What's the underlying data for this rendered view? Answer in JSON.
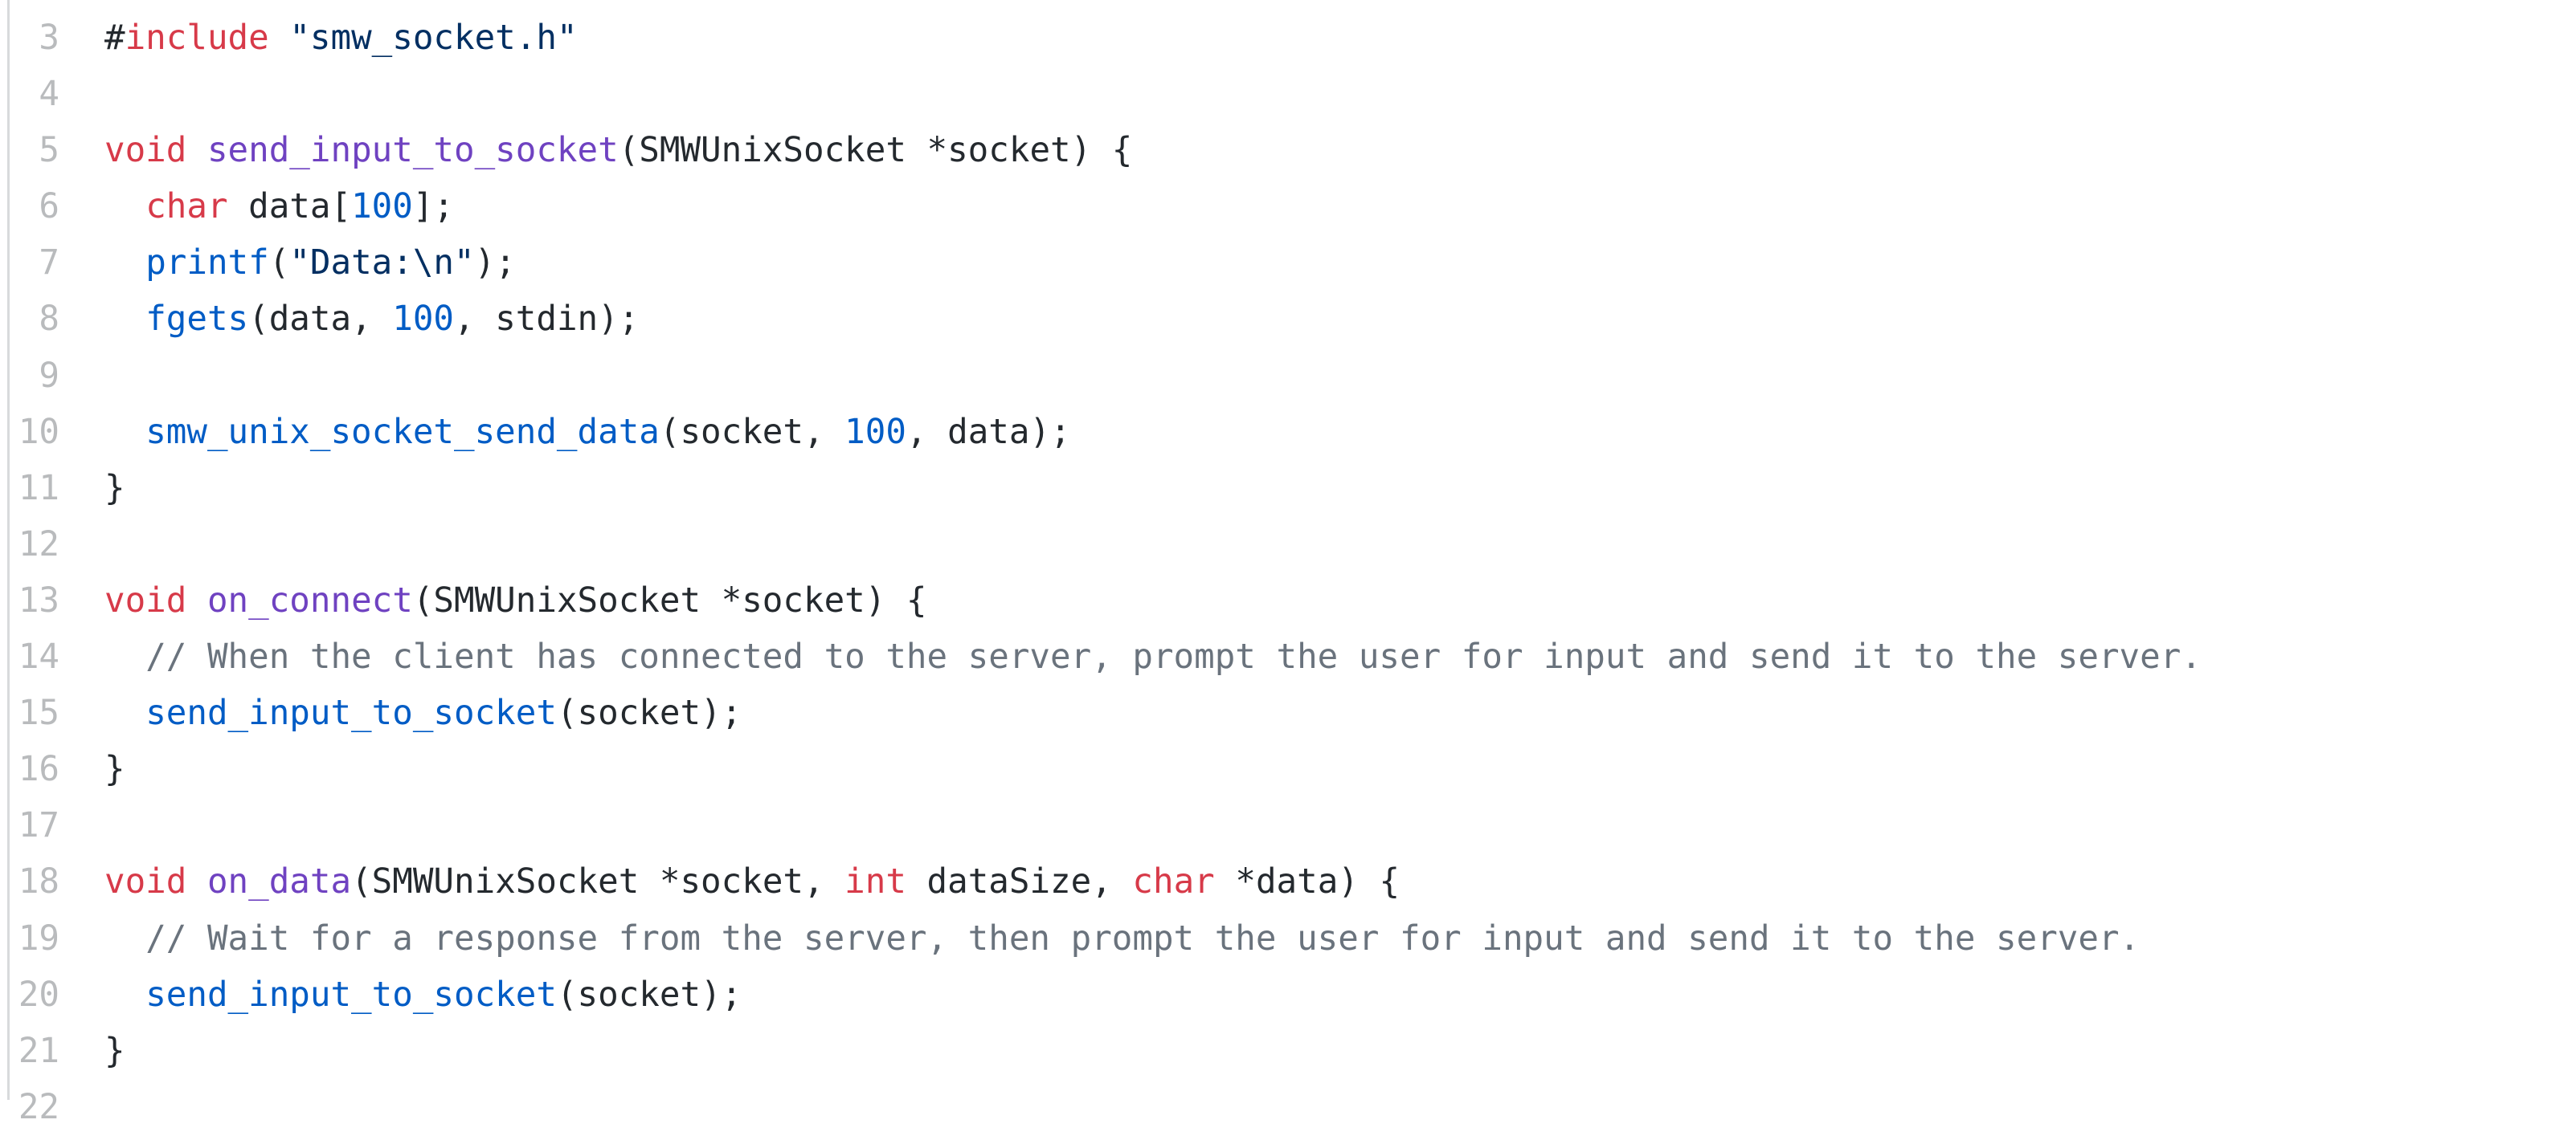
{
  "view": {
    "type": "code-viewer",
    "language": "C",
    "first_visible_line": 3,
    "last_visible_line": 22
  },
  "colors": {
    "background": "#ffffff",
    "plain": "#24292e",
    "keyword": "#d73a49",
    "function_def": "#6f42c1",
    "function_call": "#005cc5",
    "number": "#005cc5",
    "string": "#032f62",
    "comment": "#6a737d",
    "line_number": "#b9bbbd",
    "left_border": "#d8dadc"
  },
  "code": {
    "lines": [
      {
        "num": "3",
        "segments": [
          [
            "#",
            "plain"
          ],
          [
            "include",
            "keyword"
          ],
          [
            " ",
            "plain"
          ],
          [
            "\"smw_socket.h\"",
            "string"
          ]
        ]
      },
      {
        "num": "4",
        "segments": []
      },
      {
        "num": "5",
        "segments": [
          [
            "void",
            "keyword"
          ],
          [
            " ",
            "plain"
          ],
          [
            "send_input_to_socket",
            "function_def"
          ],
          [
            "(SMWUnixSocket *socket) {",
            "plain"
          ]
        ]
      },
      {
        "num": "6",
        "segments": [
          [
            "  ",
            "plain"
          ],
          [
            "char",
            "keyword"
          ],
          [
            " data[",
            "plain"
          ],
          [
            "100",
            "number"
          ],
          [
            "];",
            "plain"
          ]
        ]
      },
      {
        "num": "7",
        "segments": [
          [
            "  ",
            "plain"
          ],
          [
            "printf",
            "function_call"
          ],
          [
            "(",
            "plain"
          ],
          [
            "\"Data:\\n\"",
            "string"
          ],
          [
            ");",
            "plain"
          ]
        ]
      },
      {
        "num": "8",
        "segments": [
          [
            "  ",
            "plain"
          ],
          [
            "fgets",
            "function_call"
          ],
          [
            "(data, ",
            "plain"
          ],
          [
            "100",
            "number"
          ],
          [
            ", stdin);",
            "plain"
          ]
        ]
      },
      {
        "num": "9",
        "segments": []
      },
      {
        "num": "10",
        "segments": [
          [
            "  ",
            "plain"
          ],
          [
            "smw_unix_socket_send_data",
            "function_call"
          ],
          [
            "(socket, ",
            "plain"
          ],
          [
            "100",
            "number"
          ],
          [
            ", data);",
            "plain"
          ]
        ]
      },
      {
        "num": "11",
        "segments": [
          [
            "}",
            "plain"
          ]
        ]
      },
      {
        "num": "12",
        "segments": []
      },
      {
        "num": "13",
        "segments": [
          [
            "void",
            "keyword"
          ],
          [
            " ",
            "plain"
          ],
          [
            "on_connect",
            "function_def"
          ],
          [
            "(SMWUnixSocket *socket) {",
            "plain"
          ]
        ]
      },
      {
        "num": "14",
        "segments": [
          [
            "  ",
            "plain"
          ],
          [
            "// When the client has connected to the server, prompt the user for input and send it to the server.",
            "comment"
          ]
        ]
      },
      {
        "num": "15",
        "segments": [
          [
            "  ",
            "plain"
          ],
          [
            "send_input_to_socket",
            "function_call"
          ],
          [
            "(socket);",
            "plain"
          ]
        ]
      },
      {
        "num": "16",
        "segments": [
          [
            "}",
            "plain"
          ]
        ]
      },
      {
        "num": "17",
        "segments": []
      },
      {
        "num": "18",
        "segments": [
          [
            "void",
            "keyword"
          ],
          [
            " ",
            "plain"
          ],
          [
            "on_data",
            "function_def"
          ],
          [
            "(SMWUnixSocket *socket, ",
            "plain"
          ],
          [
            "int",
            "keyword"
          ],
          [
            " dataSize, ",
            "plain"
          ],
          [
            "char",
            "keyword"
          ],
          [
            " *data) {",
            "plain"
          ]
        ]
      },
      {
        "num": "19",
        "segments": [
          [
            "  ",
            "plain"
          ],
          [
            "// Wait for a response from the server, then prompt the user for input and send it to the server.",
            "comment"
          ]
        ]
      },
      {
        "num": "20",
        "segments": [
          [
            "  ",
            "plain"
          ],
          [
            "send_input_to_socket",
            "function_call"
          ],
          [
            "(socket);",
            "plain"
          ]
        ]
      },
      {
        "num": "21",
        "segments": [
          [
            "}",
            "plain"
          ]
        ]
      },
      {
        "num": "22",
        "segments": []
      }
    ]
  }
}
